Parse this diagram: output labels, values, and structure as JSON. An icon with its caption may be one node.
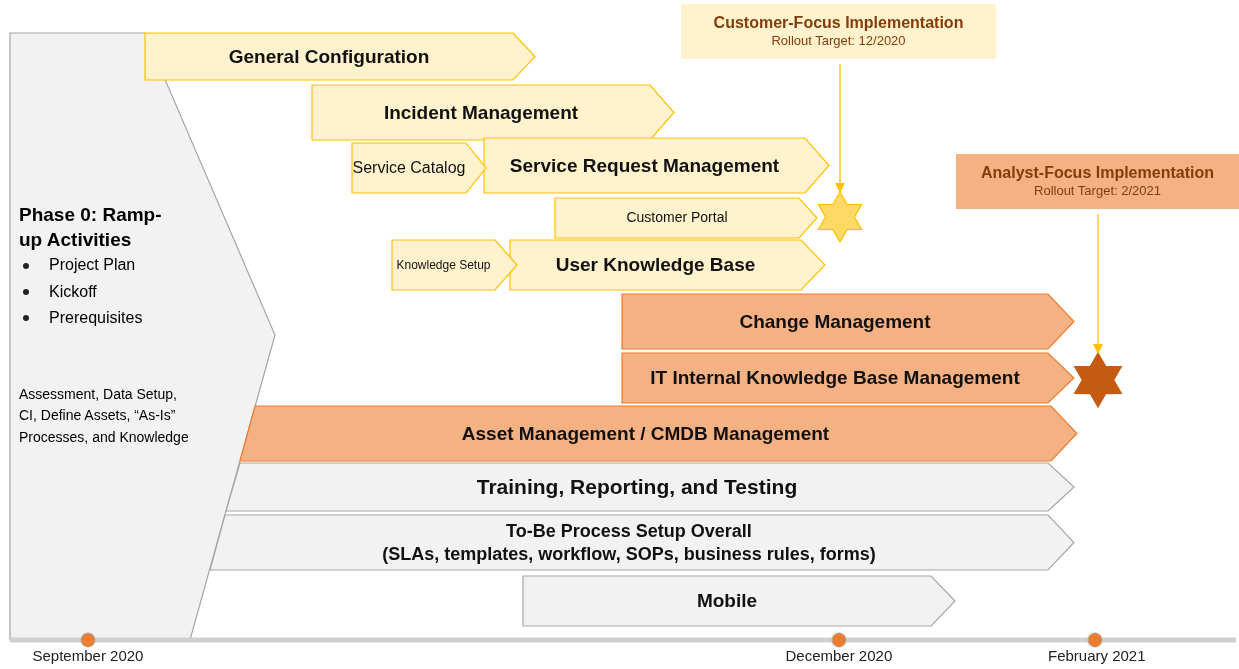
{
  "diagram": {
    "nodes": [
      {
        "text": [
          "Phase 0: Ramp-up Activities",
          "Project Plan",
          "Kickoff",
          "Prerequisites",
          "Assessment, Data Setup, CI, Define Assets, “As-Is” Processes, and Knowledge"
        ]
      },
      {
        "text": [
          "General Configuration"
        ]
      },
      {
        "text": [
          "Incident Management"
        ]
      },
      {
        "text": [
          "Service Catalog"
        ]
      },
      {
        "text": [
          "Service Request Management"
        ]
      },
      {
        "text": [
          "Customer Portal"
        ]
      },
      {
        "text": [
          "Knowledge Setup"
        ]
      },
      {
        "text": [
          "User Knowledge Base"
        ]
      },
      {
        "text": [
          "Change Management"
        ]
      },
      {
        "text": [
          "IT Internal Knowledge Base Management"
        ]
      },
      {
        "text": [
          "Asset Management / CMDB Management"
        ]
      },
      {
        "text": [
          "Training, Reporting, and Testing"
        ]
      },
      {
        "text": [
          "To-Be Process Setup Overall",
          "(SLAs, templates, workflow, SOPs, business rules, forms)"
        ]
      },
      {
        "text": [
          "Mobile"
        ]
      },
      {
        "text": [
          "Customer-Focus Implementation",
          "Rollout Target: 12/2020"
        ]
      },
      {
        "text": [],
        "shape": "star"
      },
      {
        "text": [
          "Analyst-Focus Implementation",
          "Rollout Target: 2/2021"
        ]
      },
      {
        "text": [],
        "shape": "star"
      }
    ],
    "edges": [
      {
        "from": 14,
        "to": 15,
        "arrow": "to"
      },
      {
        "from": 16,
        "to": 17,
        "arrow": "to"
      }
    ],
    "labels": [
      "September 2020",
      "December 2020",
      "February 2021"
    ]
  }
}
